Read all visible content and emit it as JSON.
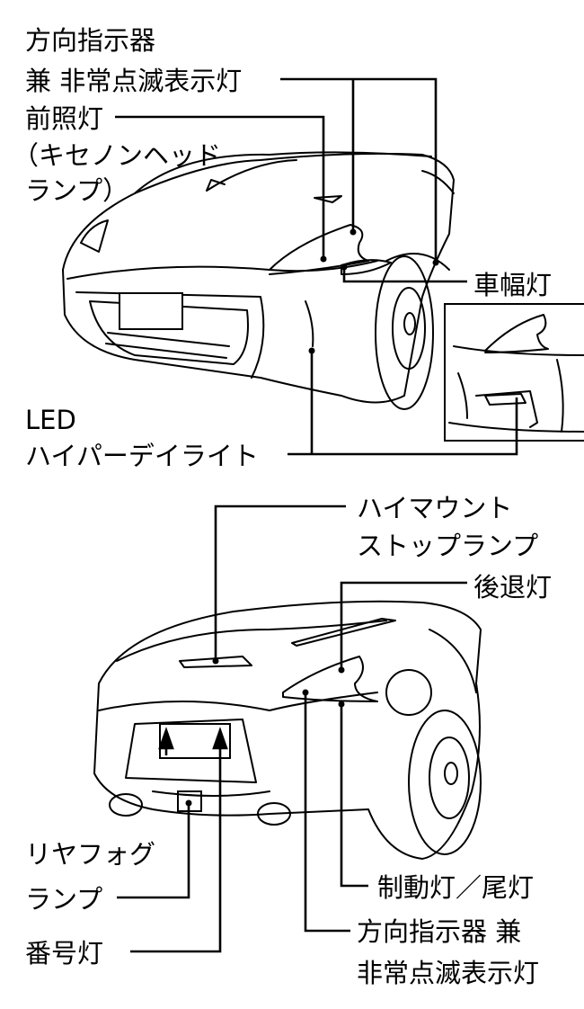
{
  "front": {
    "turn_signal_line1": "方向指示器",
    "turn_signal_line2": "兼 非常点滅表示灯",
    "headlamp_line1": "前照灯",
    "headlamp_line2": "（キセノンヘッド",
    "headlamp_line3": "ランプ）",
    "side_marker": "車幅灯",
    "drl_line1": "LED",
    "drl_line2": "ハイパーデイライト"
  },
  "rear": {
    "high_mount_line1": "ハイマウント",
    "high_mount_line2": "ストップランプ",
    "reverse": "後退灯",
    "rear_fog_line1": "リヤフォグ",
    "rear_fog_line2": "ランプ",
    "license_plate": "番号灯",
    "brake_tail": "制動灯／尾灯",
    "turn_signal_line1": "方向指示器 兼",
    "turn_signal_line2": "非常点滅表示灯"
  }
}
